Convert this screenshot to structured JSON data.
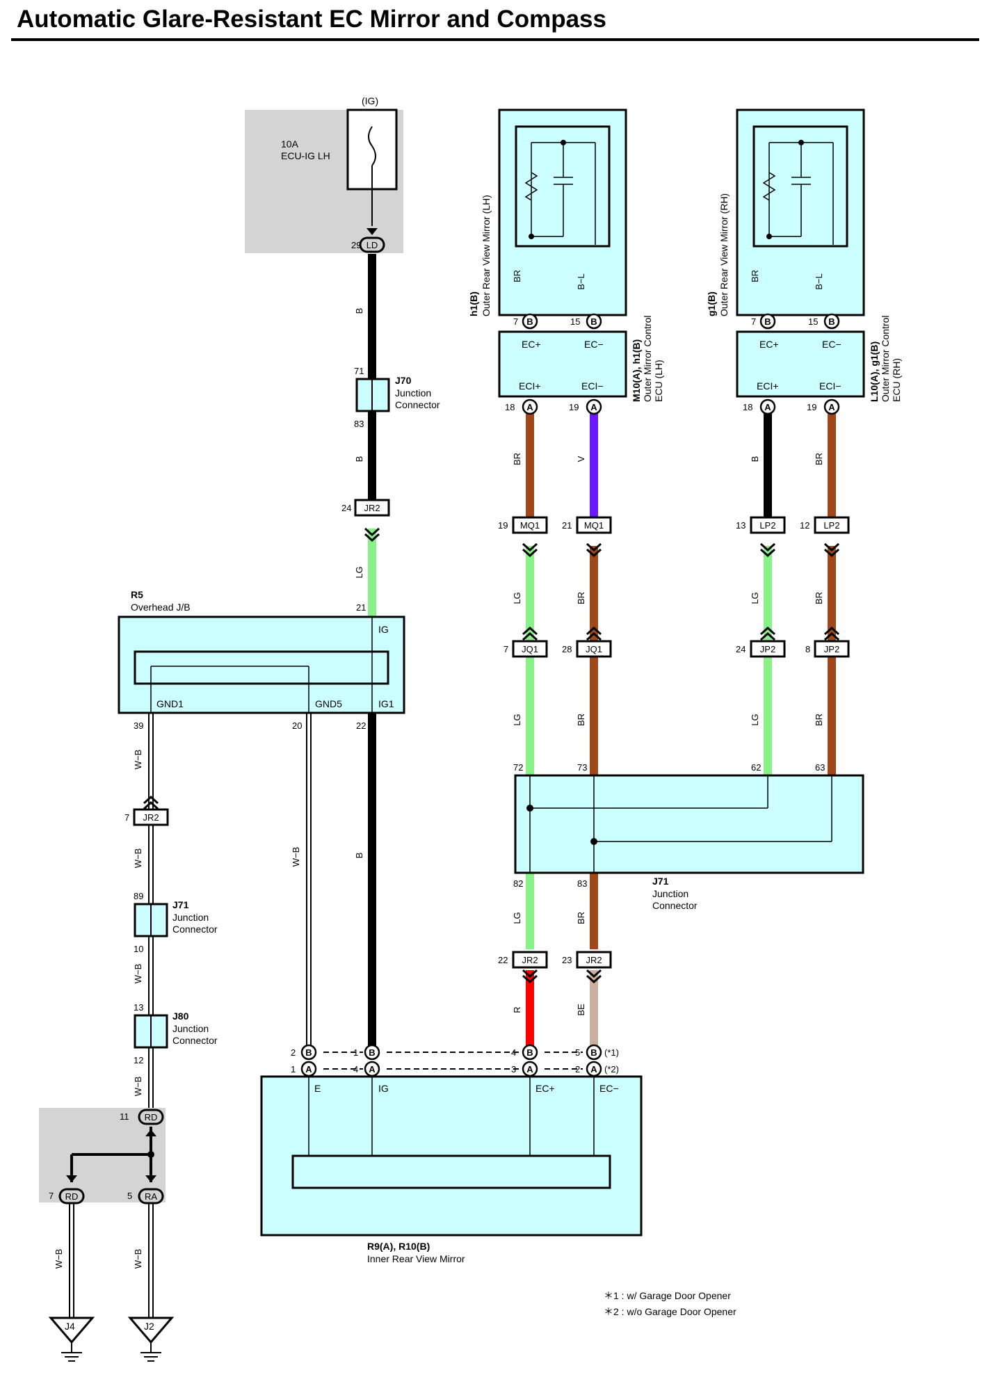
{
  "title": "Automatic Glare-Resistant EC Mirror and Compass",
  "colors": {
    "B": "#000000",
    "BR": "#a0481a",
    "LG": "#88f188",
    "V": "#6a1aff",
    "R": "#ff0000",
    "BE": "#c9b09e",
    "BL": "#33e3f0",
    "WB": "#ffffff",
    "component_fill": "#ccffff",
    "shade": "#d4d4d4"
  },
  "fuse": {
    "ig": "(IG)",
    "rating": "10A",
    "name": "ECU-IG LH"
  },
  "components": {
    "lh_mirror": {
      "code": "h1(B)",
      "name": "Outer Rear View Mirror (LH)"
    },
    "rh_mirror": {
      "code": "g1(B)",
      "name": "Outer Rear View Mirror (RH)"
    },
    "lh_ecu": {
      "code": "M10(A), h1(B)",
      "name1": "Outer Mirror Control",
      "name2": "ECU (LH)"
    },
    "rh_ecu": {
      "code": "L10(A), g1(B)",
      "name1": "Outer Mirror Control",
      "name2": "ECU (RH)"
    },
    "j70": {
      "code": "J70",
      "l1": "Junction",
      "l2": "Connector"
    },
    "j71a": {
      "code": "J71",
      "l1": "Junction",
      "l2": "Connector"
    },
    "j80": {
      "code": "J80",
      "l1": "Junction",
      "l2": "Connector"
    },
    "j71b": {
      "code": "J71",
      "l1": "Junction",
      "l2": "Connector"
    },
    "r5": {
      "code": "R5",
      "name": "Overhead J/B"
    },
    "inner_mirror": {
      "code": "R9(A), R10(B)",
      "name": "Inner Rear View Mirror"
    }
  },
  "terminals": {
    "ec_plus": "EC+",
    "ec_minus": "EC−",
    "eci_plus": "ECI+",
    "eci_minus": "ECI−",
    "ig": "IG",
    "ig1": "IG1",
    "gnd1": "GND1",
    "gnd5": "GND5",
    "e": "E",
    "ec_minus_ascii": "EC−"
  },
  "connectors": {
    "LD": "LD",
    "JR2": "JR2",
    "MQ1": "MQ1",
    "JQ1": "JQ1",
    "LP2": "LP2",
    "JP2": "JP2",
    "RD": "RD",
    "RA": "RA",
    "A": "A",
    "B": "B",
    "J4": "J4",
    "J2": "J2"
  },
  "pins": {
    "p29": "29",
    "p71": "71",
    "p83": "83",
    "p24": "24",
    "p21": "21",
    "p22": "22",
    "p39": "39",
    "p20": "20",
    "p7": "7",
    "p89": "89",
    "p10": "10",
    "p13": "13",
    "p12": "12",
    "p11": "11",
    "p5": "5",
    "p15": "15",
    "p18": "18",
    "p19": "19",
    "p28": "28",
    "p8": "8",
    "p72": "72",
    "p73": "73",
    "p62": "62",
    "p63": "63",
    "p82": "82",
    "p23": "23",
    "p2": "2",
    "p1": "1",
    "p4": "4",
    "p3": "3",
    "s1": "(*1)",
    "s2": "(*2)"
  },
  "wire_codes": {
    "B": "B",
    "LG": "LG",
    "BR": "BR",
    "V": "V",
    "R": "R",
    "BE": "BE",
    "WB": "W−B",
    "BL": "B−L"
  },
  "notes": [
    "＊1 : w/ Garage Door Opener",
    "＊2 : w/o Garage Door Opener"
  ]
}
